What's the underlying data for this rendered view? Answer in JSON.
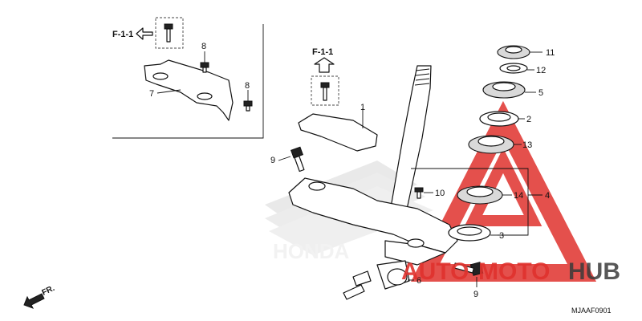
{
  "callouts": {
    "c1": "1",
    "c2": "2",
    "c3": "3",
    "c4": "4",
    "c5": "5",
    "c6": "6",
    "c7": "7",
    "c8a": "8",
    "c8b": "8",
    "c9a": "9",
    "c9b": "9",
    "c10": "10",
    "c11": "11",
    "c12": "12",
    "c13": "13",
    "c14": "14"
  },
  "references": {
    "ref_left": "F-1-1",
    "ref_top": "F-1-1"
  },
  "front_indicator": "FR.",
  "diagram_code": "MJAAF0901",
  "watermark": {
    "brand": "HONDA",
    "part_auto": "AUTO",
    "part_moto": "MOTO",
    "part_hub": "HUB"
  },
  "colors": {
    "watermark_red": "#e0322d",
    "watermark_dark": "#3a3a3a",
    "line": "#111111"
  }
}
